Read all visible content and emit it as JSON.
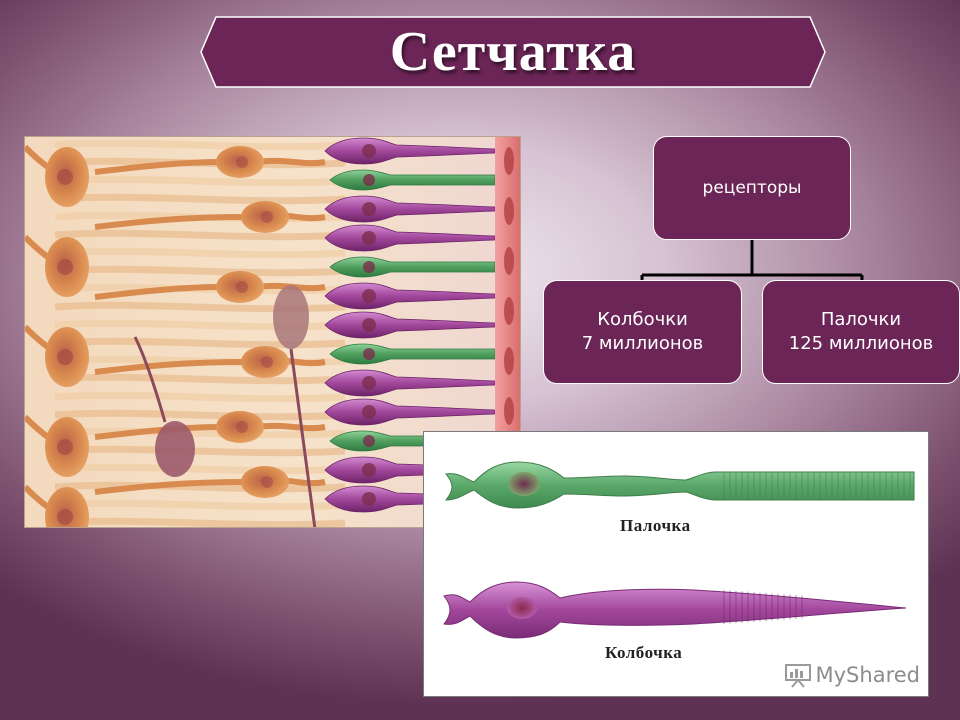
{
  "slide": {
    "title": "Сетчатка"
  },
  "tree": {
    "root": {
      "label": "рецепторы"
    },
    "children": [
      {
        "name": "Колбочки",
        "count": "7 миллионов"
      },
      {
        "name": "Палочки",
        "count": "125 миллионов"
      }
    ]
  },
  "cells_figure": {
    "rod_label": "Палочка",
    "cone_label": "Колбочка",
    "watermark": "MyShared"
  },
  "colors": {
    "box_fill": "#6b2556",
    "rod_green": "#5aa86a",
    "cone_purple": "#a2479c",
    "neuron_orange": "#d98a4e"
  },
  "icons": {
    "watermark_icon": "presentation-board-icon"
  }
}
